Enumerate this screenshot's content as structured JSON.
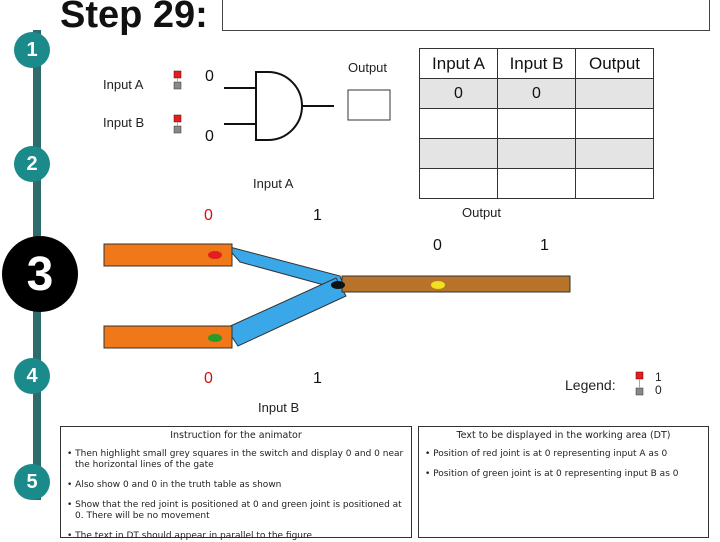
{
  "title": "Step 29:",
  "steps": [
    "1",
    "2",
    "3",
    "4",
    "5"
  ],
  "gate_panel": {
    "input_a_label": "Input A",
    "input_b_label": "Input B",
    "output_label": "Output",
    "input_a_value": "0",
    "input_b_value": "0"
  },
  "truth_table": {
    "headers": [
      "Input A",
      "Input B",
      "Output"
    ],
    "rows": [
      [
        "0",
        "0",
        ""
      ],
      [
        "",
        "",
        ""
      ],
      [
        "",
        "",
        ""
      ],
      [
        "",
        "",
        ""
      ]
    ]
  },
  "animation": {
    "input_a_label": "Input A",
    "input_b_label": "Input B",
    "output_label": "Output",
    "a_zero": "0",
    "a_one": "1",
    "b_zero": "0",
    "b_one": "1",
    "out_zero": "0",
    "out_one": "1",
    "legend_label": "Legend:",
    "legend_one": "1",
    "legend_zero": "0"
  },
  "animator_box": {
    "header": "Instruction for the animator",
    "items": [
      "Then highlight small grey squares in the switch and display 0 and 0 near the horizontal lines of the gate",
      "Also show 0 and 0 in the truth table as shown",
      "Show that the red joint is positioned at 0 and green joint is positioned at 0. There will be no movement",
      "The text in DT should appear in parallel to the figure"
    ]
  },
  "dt_box": {
    "header": "Text to be displayed in the working area (DT)",
    "items": [
      "Position of red joint is at 0 representing input A as 0",
      "Position of green joint is at 0 representing input B as 0"
    ]
  },
  "colors": {
    "rail": "#2e6b6b",
    "step_circle": "#1a8a8a",
    "input_bar": "#f07818",
    "arm": "#3aa8e8",
    "output_bar": "#b8732a",
    "red_joint": "#e02020",
    "green_joint": "#2a9a2a",
    "yellow_marker": "#f0e020"
  }
}
